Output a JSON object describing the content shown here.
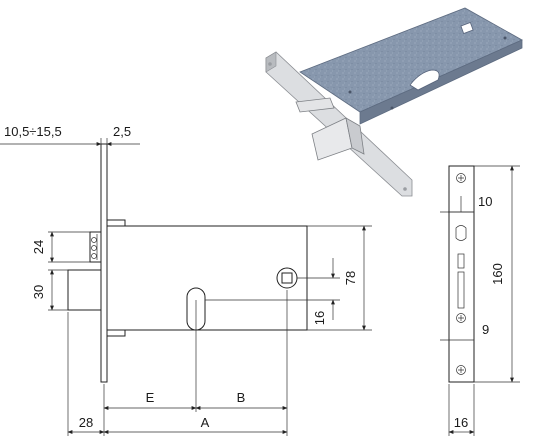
{
  "dimensions": {
    "backset_range": "10,5÷15,5",
    "faceplate_thickness": "2,5",
    "latch_height": "24",
    "bolt_height": "30",
    "case_height": "78",
    "spindle_offset": "16",
    "bolt_projection": "28",
    "e": "E",
    "b": "B",
    "a": "A",
    "faceplate_top": "10",
    "faceplate_length": "160",
    "faceplate_bottom": "9",
    "faceplate_width": "16"
  },
  "colors": {
    "line": "#222222",
    "body": "#7f8fa6",
    "body_top": "#95a4b8",
    "faceplate_metal": "#d4d6d9"
  }
}
